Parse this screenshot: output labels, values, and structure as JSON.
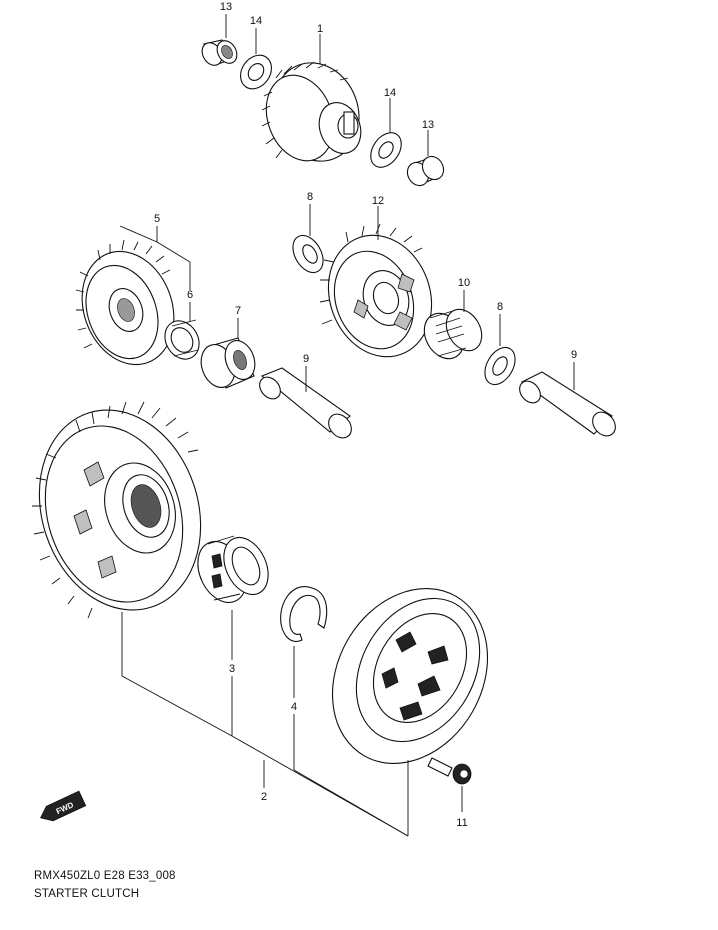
{
  "diagram": {
    "code": "RMX450ZL0 E28 E33_008",
    "title": "STARTER CLUTCH",
    "fwd_label": "FWD",
    "callouts": {
      "c1": "1",
      "c2": "2",
      "c3": "3",
      "c4": "4",
      "c5": "5",
      "c6": "6",
      "c7": "7",
      "c8a": "8",
      "c8b": "8",
      "c9a": "9",
      "c9b": "9",
      "c10": "10",
      "c11": "11",
      "c12": "12",
      "c13a": "13",
      "c13b": "13",
      "c14a": "14",
      "c14b": "14"
    }
  }
}
